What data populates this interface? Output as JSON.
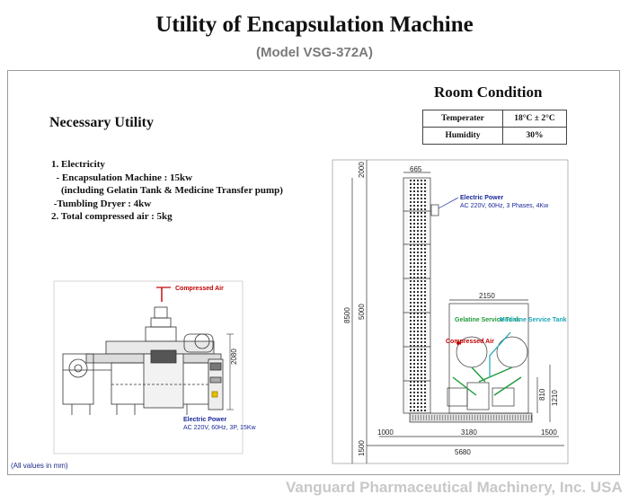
{
  "title": "Utility of Encapsulation Machine",
  "model": "(Model VSG-372A)",
  "room_condition": {
    "title": "Room Condition",
    "rows": [
      {
        "label": "Temperater",
        "value": "18°C ± 2°C"
      },
      {
        "label": "Humidity",
        "value": "30%"
      }
    ]
  },
  "necessary_utility": {
    "title": "Necessary Utility",
    "lines": [
      "1. Electricity",
      "  - Encapsulation Machine : 15kw",
      "    (including Gelatin Tank & Medicine Transfer pump)",
      " -Tumbling Dryer : 4kw",
      "2. Total compressed air : 5kg"
    ]
  },
  "left_drawing": {
    "compressed_air_label": "Compressed Air",
    "height_dim": "2080",
    "power_title": "Electric Power",
    "power_spec": "AC 220V, 60Hz, 3P, 15Kw"
  },
  "right_drawing": {
    "power_title": "Electric Power",
    "power_spec": "AC 220V, 60Hz, 3 Phases, 4Kw",
    "dims": {
      "top_width": "665",
      "top_height": "2000",
      "dryer_height": "5000",
      "total_height": "8500",
      "bottom_height": "1500",
      "tank_width": "2150",
      "tank_h1": "810",
      "tank_h2": "1210",
      "left_gap": "1000",
      "middle": "3180",
      "right_gap": "1500",
      "total_width": "5680"
    },
    "gelatine_tank": "Gelatine Service Tank",
    "medicine_tank": "Medicine Service Tank",
    "compressed_air_label": "Compressed Air"
  },
  "note": "(All values in mm)",
  "footer": "Vanguard Pharmaceutical Machinery, Inc. USA",
  "colors": {
    "accent_blue": "#1b2a9a",
    "red": "#c00000",
    "green": "#1f9a3a",
    "cyan": "#19a6b8",
    "footer_grey": "#c8c8c8"
  }
}
